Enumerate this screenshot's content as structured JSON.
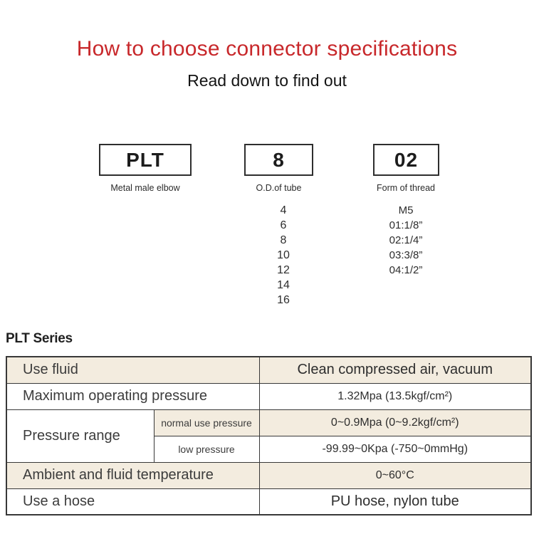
{
  "page": {
    "title": "How to choose connector specifications",
    "subtitle": "Read down to find out",
    "title_color": "#c8282b"
  },
  "code_breakdown": {
    "segments": [
      {
        "code": "PLT",
        "label": "Metal male elbow"
      },
      {
        "code": "8",
        "label": "O.D.of tube",
        "options": [
          "4",
          "6",
          "8",
          "10",
          "12",
          "14",
          "16"
        ]
      },
      {
        "code": "02",
        "label": "Form of thread",
        "options": [
          "M5",
          "01:1/8”",
          "02:1/4”",
          "03:3/8”",
          "04:1/2”"
        ]
      }
    ]
  },
  "series": {
    "heading": "PLT Series"
  },
  "spec_table": {
    "stripe_color": "#f3ecdf",
    "border_color": "#383838",
    "rows": [
      {
        "label": "Use fluid",
        "value": "Clean compressed air, vacuum"
      },
      {
        "label": "Maximum operating pressure",
        "value": "1.32Mpa (13.5kgf/cm²)"
      },
      {
        "label": "Pressure range",
        "sublabel": "normal use pressure",
        "value": "0~0.9Mpa (0~9.2kgf/cm²)"
      },
      {
        "sublabel": "low pressure",
        "value": "-99.99~0Kpa (-750~0mmHg)"
      },
      {
        "label": "Ambient and fluid temperature",
        "value": "0~60°C"
      },
      {
        "label": "Use a hose",
        "value": "PU hose, nylon tube"
      }
    ]
  }
}
